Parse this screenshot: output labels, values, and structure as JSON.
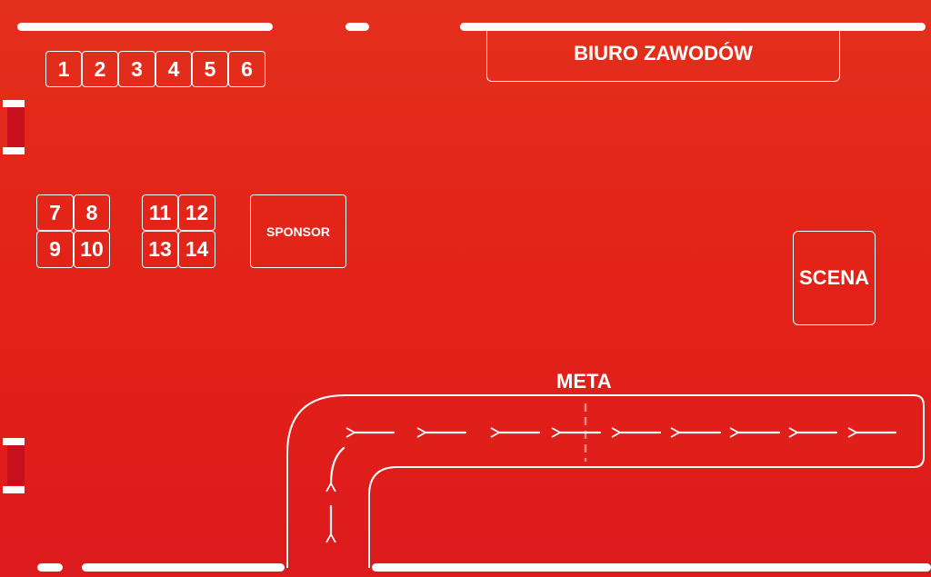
{
  "stalls": {
    "top_row": [
      "1",
      "2",
      "3",
      "4",
      "5",
      "6"
    ],
    "group_a": [
      "7",
      "8",
      "9",
      "10"
    ],
    "group_b": [
      "11",
      "12",
      "13",
      "14"
    ]
  },
  "areas": {
    "biuro": "BIURO ZAWODÓW",
    "sponsor": "SPONSOR",
    "scena": "SCENA",
    "meta": "META"
  },
  "colors": {
    "background": "#e32318",
    "lines": "#ffffff",
    "finish_line": "#f28b7a",
    "side_band": "#c8101c"
  }
}
